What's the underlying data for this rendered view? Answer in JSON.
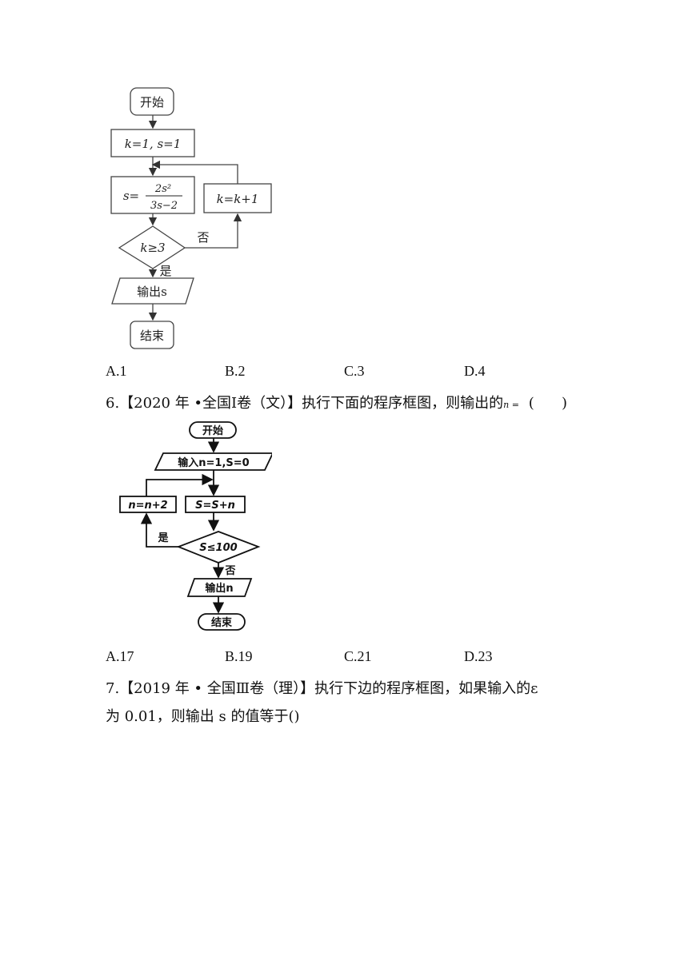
{
  "flowchart1": {
    "start": "开始",
    "init": "k=1, s=1",
    "assign_left": "s=",
    "assign_num": "2s²",
    "assign_den": "3s−2",
    "increment": "k=k+1",
    "condition": "k≥3",
    "no_label": "否",
    "yes_label": "是",
    "output": "输出s",
    "end": "结束"
  },
  "q5_options": [
    "A.1",
    "B.2",
    "C.3",
    "D.4"
  ],
  "q6": {
    "text_main": "6.【2020 年 •全国Ⅰ卷（文）】执行下面的程序框图，则输出的",
    "text_var": "n =",
    "text_paren": "(      )"
  },
  "flowchart2": {
    "start": "开始",
    "input": "输入n=1,S=0",
    "increment": "n=n+2",
    "accumulate": "S=S+n",
    "condition": "S≤100",
    "yes_label": "是",
    "no_label": "否",
    "output": "输出n",
    "end": "结束"
  },
  "q6_options": [
    "A.17",
    "B.19",
    "C.21",
    "D.23"
  ],
  "q7": {
    "line1": "7.【2019 年 • 全国Ⅲ卷（理）】执行下边的程序框图，如果输入的ε",
    "line2": "为 0.01，则输出 s 的值等于()"
  }
}
